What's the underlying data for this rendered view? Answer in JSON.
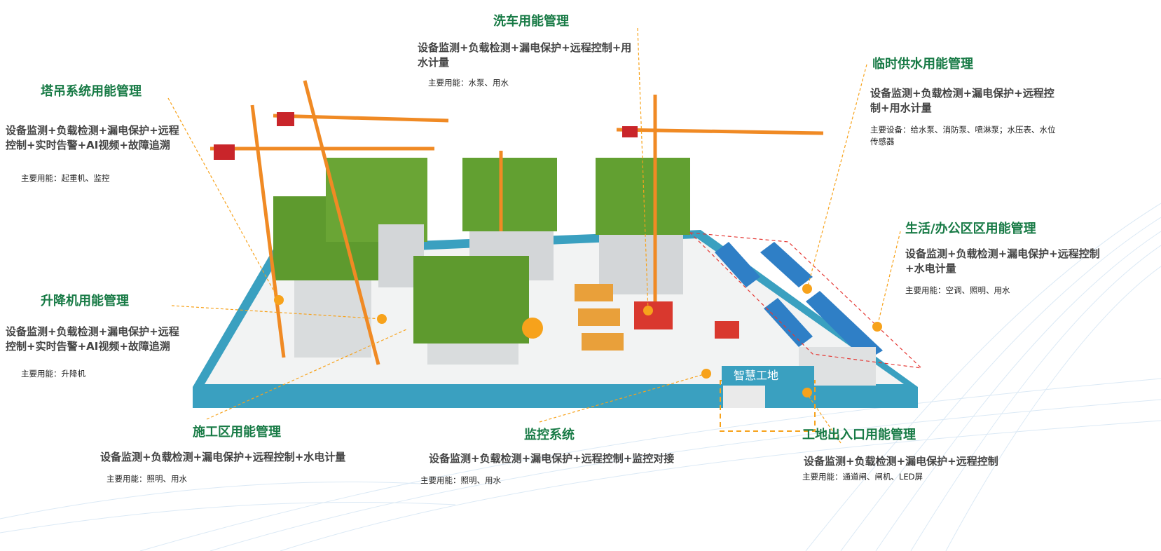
{
  "sections": {
    "car_wash": {
      "title": "洗车用能管理",
      "desc": "设备监测+负载检测+漏电保护+远程控制+用水计量",
      "usage": "主要用能：水泵、用水"
    },
    "tower_crane": {
      "title": "塔吊系统用能管理",
      "desc": "设备监测+负载检测+漏电保护+远程控制+实时告警+AI视频+故障追溯",
      "usage": "主要用能：起重机、监控"
    },
    "temp_water": {
      "title": "临时供水用能管理",
      "desc": "设备监测+负载检测+漏电保护+远程控制+用水计量",
      "usage": "主要设备：给水泵、消防泵、喷淋泵；水压表、水位传感器"
    },
    "living_office": {
      "title": "生活/办公区区用能管理",
      "desc": "设备监测+负载检测+漏电保护+远程控制+水电计量",
      "usage": "主要用能：空调、照明、用水"
    },
    "elevator": {
      "title": "升降机用能管理",
      "desc": "设备监测+负载检测+漏电保护+远程控制+实时告警+AI视频+故障追溯",
      "usage": "主要用能：升降机"
    },
    "construction": {
      "title": "施工区用能管理",
      "desc": "设备监测+负载检测+漏电保护+远程控制+水电计量",
      "usage": "主要用能：照明、用水"
    },
    "monitoring": {
      "title": "监控系统",
      "desc": "设备监测+负载检测+漏电保护+远程控制+监控对接",
      "usage": "主要用能：照明、用水"
    },
    "entrance": {
      "title": "工地出入口用能管理",
      "desc": "设备监测+负载检测+漏电保护+远程控制",
      "usage": "主要用能：通道闸、闸机、LED屏"
    }
  },
  "gate_sign": "智慧工地",
  "colors": {
    "title": "#177a45",
    "accent": "#f7a21b",
    "platform": "#3aa0c0",
    "green": "#5e9a2e"
  }
}
